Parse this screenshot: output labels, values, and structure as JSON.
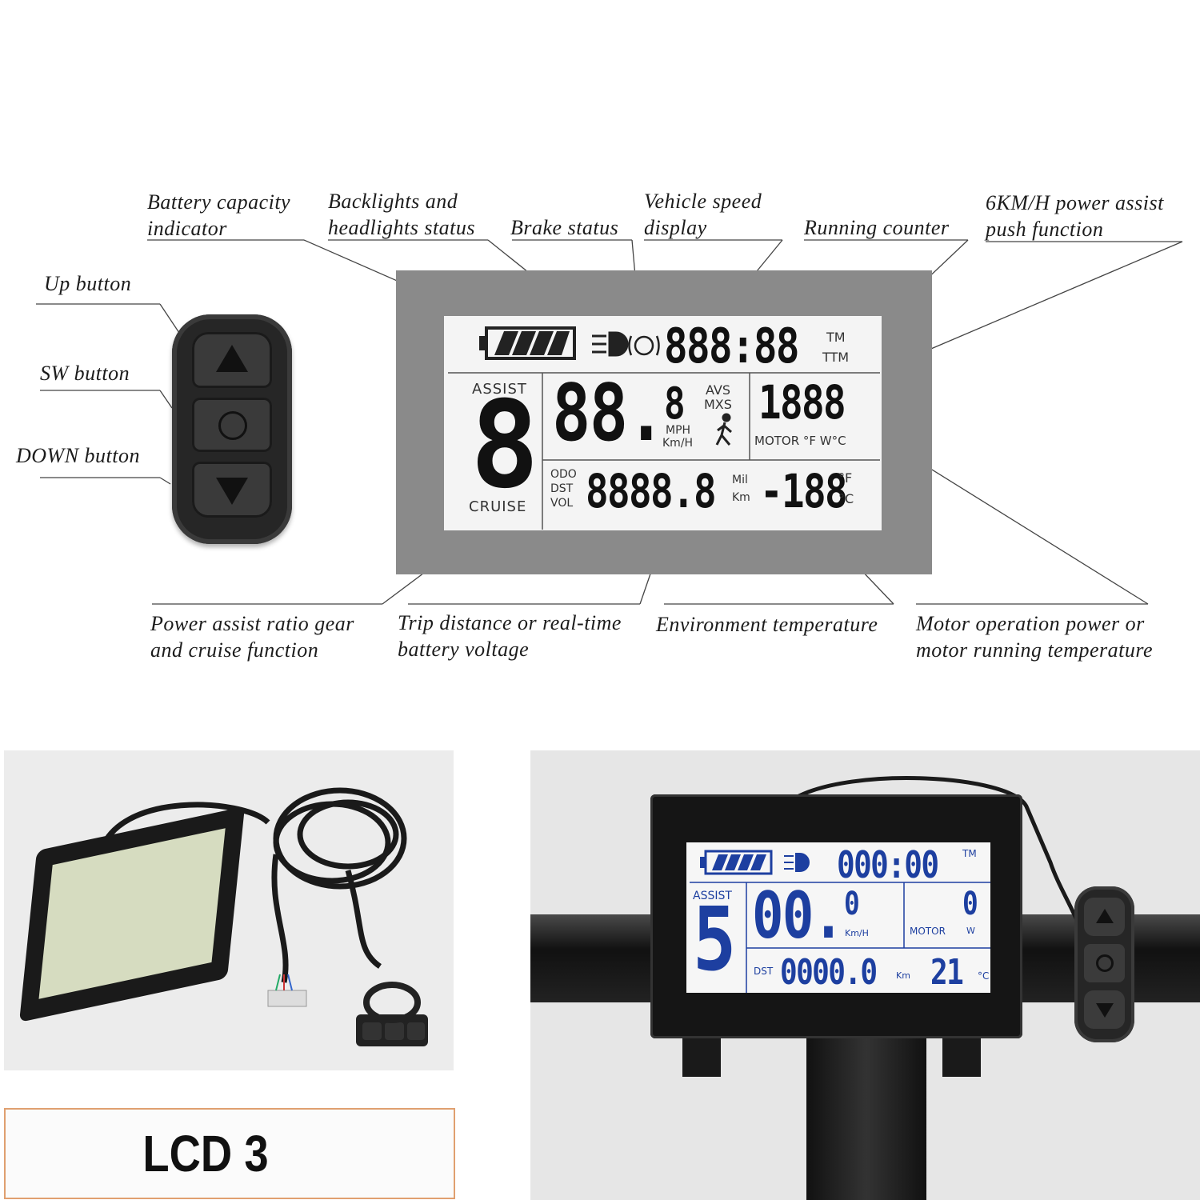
{
  "labels": {
    "battery": [
      "Battery capacity",
      "indicator"
    ],
    "backlights": [
      "Backlights and",
      "headlights status"
    ],
    "brake": "Brake status",
    "speed": [
      "Vehicle speed",
      "display"
    ],
    "running": "Running counter",
    "push": [
      "6KM/H power assist",
      "push function"
    ],
    "up": "Up button",
    "sw": "SW button",
    "down": "DOWN button",
    "assist_ratio": [
      "Power assist ratio gear",
      "and cruise function"
    ],
    "trip": [
      "Trip distance or real-time",
      "battery voltage"
    ],
    "env_temp": "Environment temperature",
    "motor": [
      "Motor operation power or",
      "motor running temperature"
    ]
  },
  "lcd_diagram": {
    "time": "888:88",
    "tm": "TM",
    "ttm": "TTM",
    "assist": "ASSIST",
    "assist_digit": "8",
    "cruise": "CRUISE",
    "speed": "88.",
    "speed_decimal": "8",
    "avs": "AVS",
    "mxs": "MXS",
    "mph": "MPH",
    "kmh": "Km/H",
    "motor_value": "1888",
    "motor_units": "MOTOR °F W°C",
    "odo": "ODO",
    "dst": "DST",
    "vol": "VOL",
    "distance": "8888.8",
    "mil": "Mil",
    "km": "Km",
    "temp": "-188",
    "temp_f": "°F",
    "temp_c": "°C"
  },
  "lcd_photo": {
    "time": "000:00",
    "tm": "TM",
    "assist": "ASSIST",
    "assist_digit": "5",
    "speed": "00.",
    "speed_decimal": "0",
    "kmh": "Km/H",
    "motor": "MOTOR",
    "motor_value": "0",
    "w": "W",
    "dst": "DST",
    "distance": "0000.0",
    "km": "Km",
    "temp": "21",
    "temp_c": "°C"
  },
  "product_label": "LCD 3",
  "colors": {
    "lcd_bezel": "#8a8a8a",
    "lcd_screen": "#f4f4f4",
    "photo_digits": "#1d3fa0",
    "label_border": "#e0a070"
  }
}
